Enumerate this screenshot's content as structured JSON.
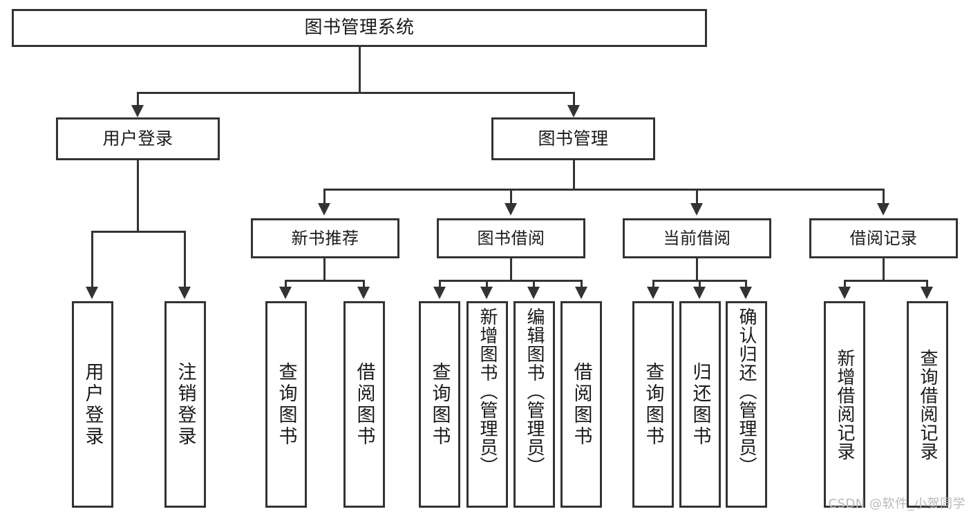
{
  "diagram": {
    "type": "tree",
    "title": "图书管理系统",
    "orientation": "top-down",
    "colors": {
      "stroke": "#333333",
      "fill": "#ffffff",
      "text": "#1a1a1a",
      "watermark": "#b9b9b9"
    }
  },
  "watermark": "CSDN @软件_小贺同学",
  "nodes": {
    "root": {
      "label": "图书管理系统"
    },
    "level2": [
      {
        "id": "user-login",
        "label": "用户登录"
      },
      {
        "id": "book-manage",
        "label": "图书管理"
      }
    ],
    "level3": [
      {
        "id": "new-book-recommend",
        "label": "新书推荐"
      },
      {
        "id": "book-borrow",
        "label": "图书借阅"
      },
      {
        "id": "current-borrow",
        "label": "当前借阅"
      },
      {
        "id": "borrow-record",
        "label": "借阅记录"
      }
    ],
    "leaves": {
      "user-login": [
        {
          "id": "leaf-user-login",
          "label": "用户登录"
        },
        {
          "id": "leaf-user-logout",
          "label": "注销登录"
        }
      ],
      "new-book-recommend": [
        {
          "id": "leaf-query-book-1",
          "label": "查询图书"
        },
        {
          "id": "leaf-borrow-book-1",
          "label": "借阅图书"
        }
      ],
      "book-borrow": [
        {
          "id": "leaf-query-book-2",
          "label": "查询图书"
        },
        {
          "id": "leaf-add-book",
          "label": "新增图书（管理员）"
        },
        {
          "id": "leaf-edit-book",
          "label": "编辑图书（管理员）"
        },
        {
          "id": "leaf-borrow-book-2",
          "label": "借阅图书"
        }
      ],
      "current-borrow": [
        {
          "id": "leaf-query-book-3",
          "label": "查询图书"
        },
        {
          "id": "leaf-return-book",
          "label": "归还图书"
        },
        {
          "id": "leaf-confirm-return",
          "label": "确认归还（管理员）"
        }
      ],
      "borrow-record": [
        {
          "id": "leaf-add-record",
          "label": "新增借阅记录"
        },
        {
          "id": "leaf-query-record",
          "label": "查询借阅记录"
        }
      ]
    }
  }
}
